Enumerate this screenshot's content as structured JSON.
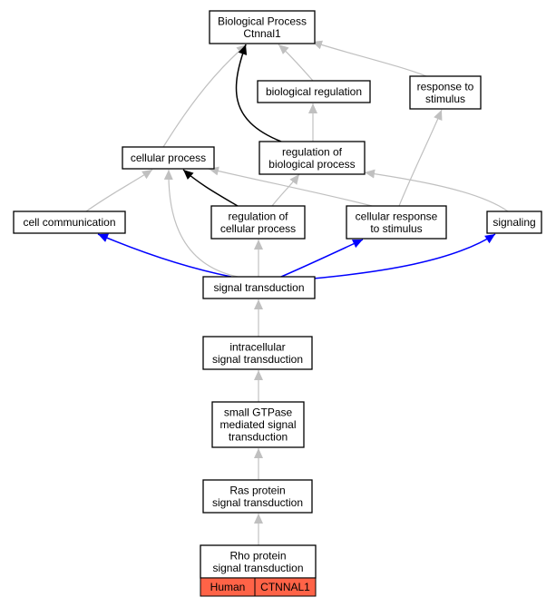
{
  "graph": {
    "title": "GO term hierarchy",
    "colors": {
      "is_a": "#c0c0c0",
      "part_of": "#000000",
      "regulates": "#0000ff",
      "annotation_fill": "#ff6347"
    },
    "nodes": [
      {
        "id": "bp",
        "lines": [
          "Biological Process",
          "Ctnnal1"
        ]
      },
      {
        "id": "breg",
        "lines": [
          "biological regulation"
        ]
      },
      {
        "id": "rts",
        "lines": [
          "response to",
          "stimulus"
        ]
      },
      {
        "id": "cp",
        "lines": [
          "cellular process"
        ]
      },
      {
        "id": "robp",
        "lines": [
          "regulation of",
          "biological process"
        ]
      },
      {
        "id": "cc",
        "lines": [
          "cell communication"
        ]
      },
      {
        "id": "rocp",
        "lines": [
          "regulation of",
          "cellular process"
        ]
      },
      {
        "id": "crs",
        "lines": [
          "cellular response",
          "to stimulus"
        ]
      },
      {
        "id": "sig",
        "lines": [
          "signaling"
        ]
      },
      {
        "id": "st",
        "lines": [
          "signal transduction"
        ]
      },
      {
        "id": "ist",
        "lines": [
          "intracellular",
          "signal transduction"
        ]
      },
      {
        "id": "sgt",
        "lines": [
          "small GTPase",
          "mediated signal",
          "transduction"
        ]
      },
      {
        "id": "ras",
        "lines": [
          "Ras protein",
          "signal transduction"
        ]
      },
      {
        "id": "rho",
        "lines": [
          "Rho protein",
          "signal transduction"
        ]
      }
    ],
    "annotation": {
      "node": "rho",
      "species": "Human",
      "gene": "CTNNAL1"
    },
    "edges": [
      {
        "from": "breg",
        "to": "bp",
        "type": "is_a"
      },
      {
        "from": "rts",
        "to": "bp",
        "type": "is_a"
      },
      {
        "from": "cp",
        "to": "bp",
        "type": "is_a"
      },
      {
        "from": "robp",
        "to": "bp",
        "type": "part_of"
      },
      {
        "from": "robp",
        "to": "breg",
        "type": "is_a"
      },
      {
        "from": "cc",
        "to": "cp",
        "type": "is_a"
      },
      {
        "from": "rocp",
        "to": "cp",
        "type": "part_of"
      },
      {
        "from": "rocp",
        "to": "robp",
        "type": "is_a"
      },
      {
        "from": "crs",
        "to": "cp",
        "type": "is_a"
      },
      {
        "from": "crs",
        "to": "rts",
        "type": "is_a"
      },
      {
        "from": "sig",
        "to": "robp",
        "type": "is_a"
      },
      {
        "from": "st",
        "to": "cp",
        "type": "is_a"
      },
      {
        "from": "st",
        "to": "rocp",
        "type": "is_a"
      },
      {
        "from": "st",
        "to": "cc",
        "type": "regulates"
      },
      {
        "from": "st",
        "to": "crs",
        "type": "regulates"
      },
      {
        "from": "st",
        "to": "sig",
        "type": "regulates"
      },
      {
        "from": "ist",
        "to": "st",
        "type": "is_a"
      },
      {
        "from": "sgt",
        "to": "ist",
        "type": "is_a"
      },
      {
        "from": "ras",
        "to": "sgt",
        "type": "is_a"
      },
      {
        "from": "rho",
        "to": "ras",
        "type": "is_a"
      }
    ]
  }
}
